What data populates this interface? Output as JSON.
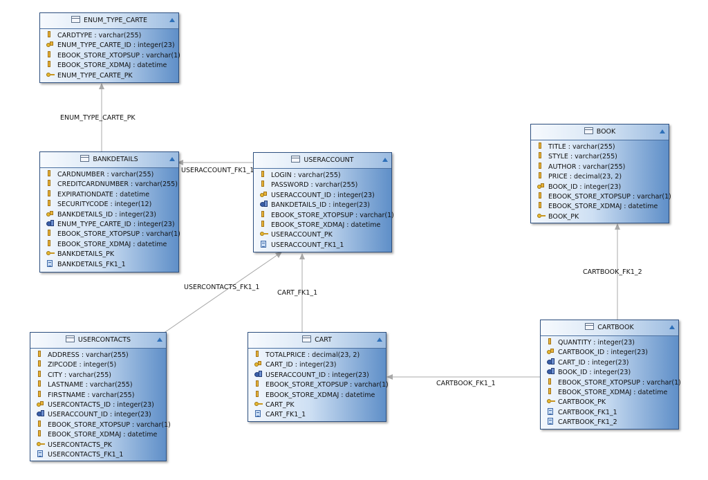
{
  "entities": {
    "enum_type_carte": {
      "title": "ENUM_TYPE_CARTE",
      "rows": [
        {
          "icon": "column",
          "text": "CARDTYPE : varchar(255)"
        },
        {
          "icon": "pk-column",
          "text": "ENUM_TYPE_CARTE_ID : integer(23)"
        },
        {
          "icon": "column",
          "text": "EBOOK_STORE_XTOPSUP : varchar(1)"
        },
        {
          "icon": "column",
          "text": "EBOOK_STORE_XDMAJ : datetime"
        },
        {
          "icon": "primary-key",
          "text": "ENUM_TYPE_CARTE_PK"
        }
      ]
    },
    "bankdetails": {
      "title": "BANKDETAILS",
      "rows": [
        {
          "icon": "column",
          "text": "CARDNUMBER : varchar(255)"
        },
        {
          "icon": "column",
          "text": "CREDITCARDNUMBER : varchar(255)"
        },
        {
          "icon": "column",
          "text": "EXPIRATIONDATE : datetime"
        },
        {
          "icon": "column",
          "text": "SECURITYCODE : integer(12)"
        },
        {
          "icon": "pk-column",
          "text": "BANKDETAILS_ID : integer(23)"
        },
        {
          "icon": "fk-column",
          "text": "ENUM_TYPE_CARTE_ID : integer(23)"
        },
        {
          "icon": "column",
          "text": "EBOOK_STORE_XTOPSUP : varchar(1)"
        },
        {
          "icon": "column",
          "text": "EBOOK_STORE_XDMAJ : datetime"
        },
        {
          "icon": "primary-key",
          "text": "BANKDETAILS_PK"
        },
        {
          "icon": "index",
          "text": "BANKDETAILS_FK1_1"
        }
      ]
    },
    "useraccount": {
      "title": "USERACCOUNT",
      "rows": [
        {
          "icon": "column",
          "text": "LOGIN : varchar(255)"
        },
        {
          "icon": "column",
          "text": "PASSWORD : varchar(255)"
        },
        {
          "icon": "pk-column",
          "text": "USERACCOUNT_ID : integer(23)"
        },
        {
          "icon": "fk-column",
          "text": "BANKDETAILS_ID : integer(23)"
        },
        {
          "icon": "column",
          "text": "EBOOK_STORE_XTOPSUP : varchar(1)"
        },
        {
          "icon": "column",
          "text": "EBOOK_STORE_XDMAJ : datetime"
        },
        {
          "icon": "primary-key",
          "text": "USERACCOUNT_PK"
        },
        {
          "icon": "index",
          "text": "USERACCOUNT_FK1_1"
        }
      ]
    },
    "book": {
      "title": "BOOK",
      "rows": [
        {
          "icon": "column",
          "text": "TITLE : varchar(255)"
        },
        {
          "icon": "column",
          "text": "STYLE : varchar(255)"
        },
        {
          "icon": "column",
          "text": "AUTHOR : varchar(255)"
        },
        {
          "icon": "column",
          "text": "PRICE : decimal(23, 2)"
        },
        {
          "icon": "pk-column",
          "text": "BOOK_ID : integer(23)"
        },
        {
          "icon": "column",
          "text": "EBOOK_STORE_XTOPSUP : varchar(1)"
        },
        {
          "icon": "column",
          "text": "EBOOK_STORE_XDMAJ : datetime"
        },
        {
          "icon": "primary-key",
          "text": "BOOK_PK"
        }
      ]
    },
    "usercontacts": {
      "title": "USERCONTACTS",
      "rows": [
        {
          "icon": "column",
          "text": "ADDRESS : varchar(255)"
        },
        {
          "icon": "column",
          "text": "ZIPCODE : integer(5)"
        },
        {
          "icon": "column",
          "text": "CITY : varchar(255)"
        },
        {
          "icon": "column",
          "text": "LASTNAME : varchar(255)"
        },
        {
          "icon": "column",
          "text": "FIRSTNAME : varchar(255)"
        },
        {
          "icon": "pk-column",
          "text": "USERCONTACTS_ID : integer(23)"
        },
        {
          "icon": "fk-column",
          "text": "USERACCOUNT_ID : integer(23)"
        },
        {
          "icon": "column",
          "text": "EBOOK_STORE_XTOPSUP : varchar(1)"
        },
        {
          "icon": "column",
          "text": "EBOOK_STORE_XDMAJ : datetime"
        },
        {
          "icon": "primary-key",
          "text": "USERCONTACTS_PK"
        },
        {
          "icon": "index",
          "text": "USERCONTACTS_FK1_1"
        }
      ]
    },
    "cart": {
      "title": "CART",
      "rows": [
        {
          "icon": "column",
          "text": "TOTALPRICE : decimal(23, 2)"
        },
        {
          "icon": "pk-column",
          "text": "CART_ID : integer(23)"
        },
        {
          "icon": "fk-column",
          "text": "USERACCOUNT_ID : integer(23)"
        },
        {
          "icon": "column",
          "text": "EBOOK_STORE_XTOPSUP : varchar(1)"
        },
        {
          "icon": "column",
          "text": "EBOOK_STORE_XDMAJ : datetime"
        },
        {
          "icon": "primary-key",
          "text": "CART_PK"
        },
        {
          "icon": "index",
          "text": "CART_FK1_1"
        }
      ]
    },
    "cartbook": {
      "title": "CARTBOOK",
      "rows": [
        {
          "icon": "column",
          "text": "QUANTITY : integer(23)"
        },
        {
          "icon": "pk-column",
          "text": "CARTBOOK_ID : integer(23)"
        },
        {
          "icon": "fk-column",
          "text": "CART_ID : integer(23)"
        },
        {
          "icon": "fk-column",
          "text": "BOOK_ID : integer(23)"
        },
        {
          "icon": "column",
          "text": "EBOOK_STORE_XTOPSUP : varchar(1)"
        },
        {
          "icon": "column",
          "text": "EBOOK_STORE_XDMAJ : datetime"
        },
        {
          "icon": "primary-key",
          "text": "CARTBOOK_PK"
        },
        {
          "icon": "index",
          "text": "CARTBOOK_FK1_1"
        },
        {
          "icon": "index",
          "text": "CARTBOOK_FK1_2"
        }
      ]
    }
  },
  "relations": {
    "enum_type_carte_pk": "ENUM_TYPE_CARTE_PK",
    "useraccount_fk1_1": "USERACCOUNT_FK1_1",
    "usercontacts_fk1_1": "USERCONTACTS_FK1_1",
    "cart_fk1_1": "CART_FK1_1",
    "cartbook_fk1_1": "CARTBOOK_FK1_1",
    "cartbook_fk1_2": "CARTBOOK_FK1_2"
  },
  "colors": {
    "entity_border": "#2d4f7f",
    "entity_fill_dark": "#5f8fc8",
    "connector": "#a8a8a8"
  }
}
